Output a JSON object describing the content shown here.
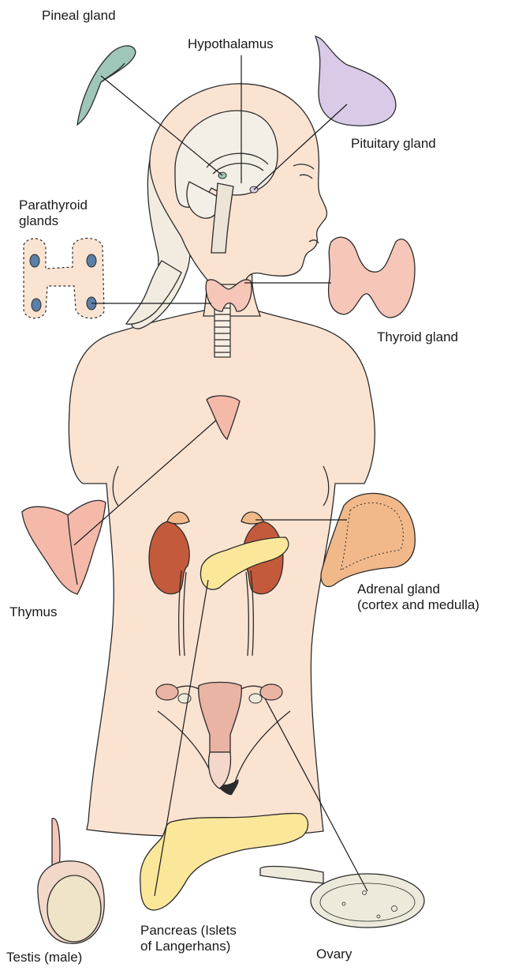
{
  "labels": {
    "pineal": "Pineal gland",
    "hypothalamus": "Hypothalamus",
    "pituitary": "Pituitary gland",
    "parathyroid": "Parathyroid\nglands",
    "thyroid": "Thyroid gland",
    "thymus": "Thymus",
    "adrenal": "Adrenal gland\n(cortex and medulla)",
    "pancreas": "Pancreas (Islets\nof Langerhans)",
    "testis": "Testis (male)",
    "ovary": "Ovary"
  },
  "colors": {
    "skin": "#fbe3d2",
    "skin_outline": "#2b2b2b",
    "brain": "#f3efe6",
    "pineal": "#9fc7b9",
    "pituitary": "#d9cbe8",
    "thyroid": "#f6c6b8",
    "parathyroid_dot": "#5a7fa8",
    "thymus": "#f4b9a9",
    "kidney": "#c45a3c",
    "adrenal": "#f1b98a",
    "pancreas": "#fbe79a",
    "uterus": "#e9b4a4",
    "testis": "#efe3c8",
    "ovary": "#eeeadb",
    "hair": "#f2ece0"
  }
}
